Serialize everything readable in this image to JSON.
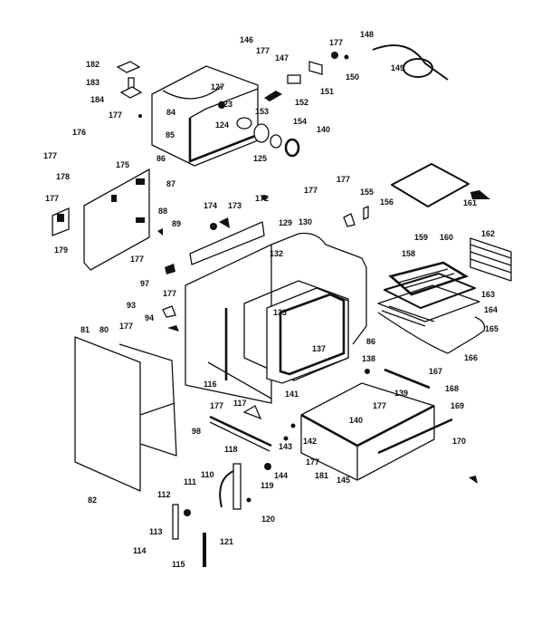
{
  "diagram": {
    "type": "exploded parts diagram",
    "part_labels": [
      "146",
      "177",
      "177",
      "148",
      "149",
      "147",
      "150",
      "151",
      "152",
      "182",
      "183",
      "184",
      "177",
      "127",
      "84",
      "123",
      "124",
      "153",
      "154",
      "140",
      "125",
      "85",
      "86",
      "176",
      "177",
      "175",
      "178",
      "87",
      "177",
      "179",
      "88",
      "89",
      "174",
      "173",
      "172",
      "177",
      "177",
      "155",
      "156",
      "161",
      "129",
      "130",
      "132",
      "158",
      "159",
      "160",
      "162",
      "177",
      "97",
      "177",
      "93",
      "94",
      "177",
      "81",
      "80",
      "133",
      "137",
      "86",
      "163",
      "164",
      "165",
      "166",
      "138",
      "167",
      "116",
      "141",
      "139",
      "168",
      "177",
      "117",
      "177",
      "169",
      "140",
      "98",
      "143",
      "142",
      "170",
      "118",
      "177",
      "144",
      "181",
      "145",
      "110",
      "111",
      "112",
      "119",
      "82",
      "113",
      "120",
      "121",
      "114",
      "115"
    ]
  }
}
